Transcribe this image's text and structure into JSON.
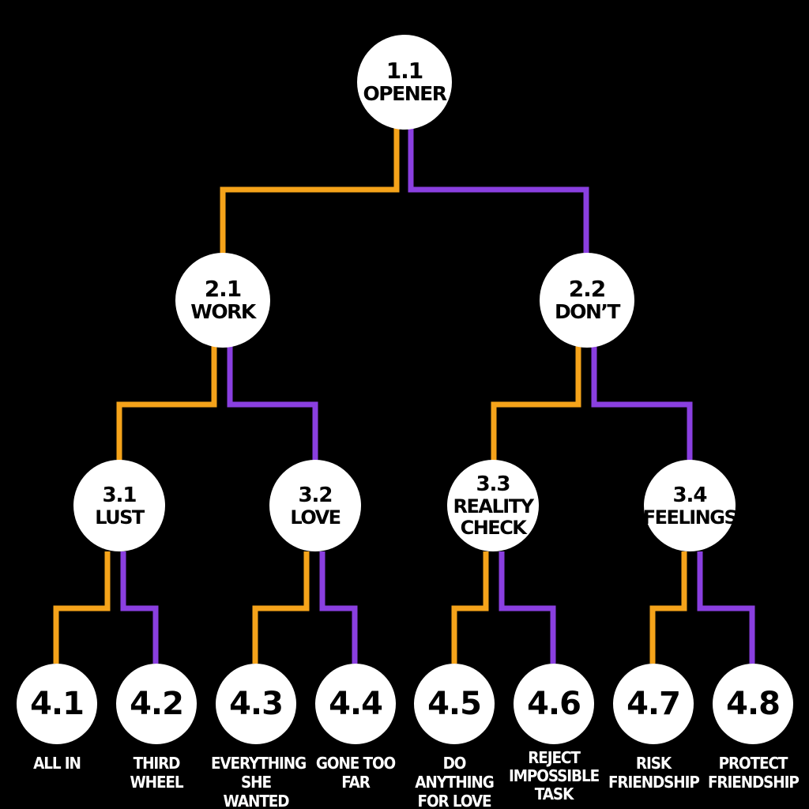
{
  "colors": {
    "background": "#000000",
    "node_fill": "#ffffff",
    "left_branch": "#f5a31a",
    "right_branch": "#8a3fe0"
  },
  "nodes": {
    "n1_1": {
      "number": "1.1",
      "label": "OPENER"
    },
    "n2_1": {
      "number": "2.1",
      "label": "WORK"
    },
    "n2_2": {
      "number": "2.2",
      "label": "DON’T"
    },
    "n3_1": {
      "number": "3.1",
      "label": "LUST"
    },
    "n3_2": {
      "number": "3.2",
      "label": "LOVE"
    },
    "n3_3": {
      "number": "3.3",
      "label_line1": "REALITY",
      "label_line2": "CHECK"
    },
    "n3_4": {
      "number": "3.4",
      "label": "FEELINGS"
    },
    "n4_1": {
      "number": "4.1",
      "caption_line1": "ALL IN"
    },
    "n4_2": {
      "number": "4.2",
      "caption_line1": "THIRD",
      "caption_line2": "WHEEL"
    },
    "n4_3": {
      "number": "4.3",
      "caption_line1": "EVERYTHING",
      "caption_line2": "SHE WANTED"
    },
    "n4_4": {
      "number": "4.4",
      "caption_line1": "GONE TOO",
      "caption_line2": "FAR"
    },
    "n4_5": {
      "number": "4.5",
      "caption_line1": "DO ANYTHING",
      "caption_line2": "FOR LOVE"
    },
    "n4_6": {
      "number": "4.6",
      "caption_line1": "REJECT",
      "caption_line2": "IMPOSSIBLE",
      "caption_line3": "TASK"
    },
    "n4_7": {
      "number": "4.7",
      "caption_line1": "RISK",
      "caption_line2": "FRIENDSHIP"
    },
    "n4_8": {
      "number": "4.8",
      "caption_line1": "PROTECT",
      "caption_line2": "FRIENDSHIP"
    }
  }
}
